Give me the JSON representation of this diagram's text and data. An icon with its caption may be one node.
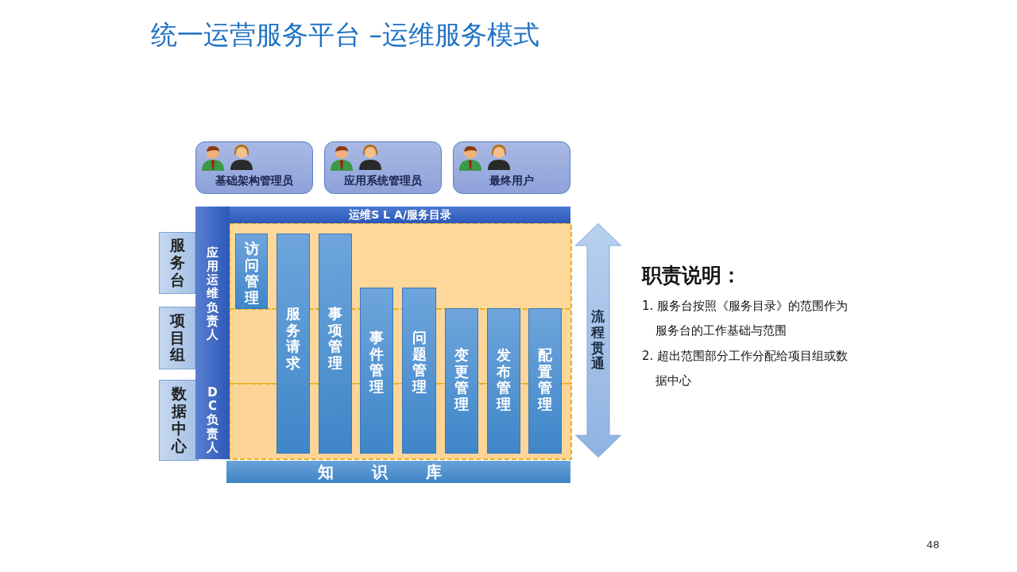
{
  "diagram": {
    "title": "统一运营服务平台 –运维服务模式",
    "nodes": [
      {
        "text": [
          "基础架构管理员"
        ]
      },
      {
        "text": [
          "应用系统管理员"
        ]
      },
      {
        "text": [
          "最终用户"
        ]
      },
      {
        "text": [
          "运维S L A/服务目录"
        ]
      },
      {
        "text": [
          "服务台"
        ]
      },
      {
        "text": [
          "项目组"
        ]
      },
      {
        "text": [
          "数据中心"
        ]
      },
      {
        "text": [
          "应用运维负责人"
        ]
      },
      {
        "text": [
          "DC负责人"
        ]
      },
      {
        "text": [
          "访问管理"
        ]
      },
      {
        "text": [
          "服务请求"
        ]
      },
      {
        "text": [
          "事项管理"
        ]
      },
      {
        "text": [
          "事件管理"
        ]
      },
      {
        "text": [
          "问题管理"
        ]
      },
      {
        "text": [
          "变更管理"
        ]
      },
      {
        "text": [
          "发布管理"
        ]
      },
      {
        "text": [
          "配置管理"
        ]
      },
      {
        "text": [
          "知识库"
        ]
      },
      {
        "text": [
          "流程贯通"
        ]
      }
    ],
    "labels": [
      "职责说明：",
      "1. 服务台按照《服务目录》的范围作为服务台的工作基础与范围",
      "2. 超出范围部分工作分配给项目组或数据中心",
      "48"
    ]
  }
}
